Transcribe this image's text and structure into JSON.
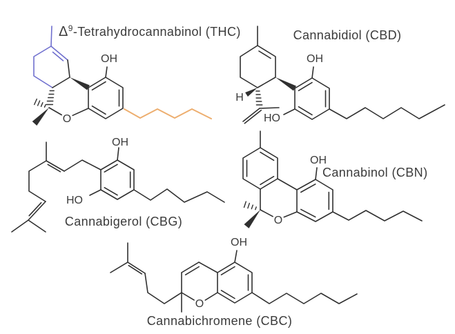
{
  "colors": {
    "background": "#ffffff",
    "bond": "#303030",
    "text": "#3b3b3b",
    "thc_ring_highlight": "#6f6fce",
    "thc_chain_highlight": "#edae6f"
  },
  "molecules": {
    "thc": {
      "delta": "Δ",
      "locant": "9",
      "name_rest": "-Tetrahydrocannabinol (THC)",
      "oh": "OH",
      "o": "O"
    },
    "cbd": {
      "name": "Cannabidiol (CBD)",
      "oh": "OH",
      "ho": "HO",
      "h": "H"
    },
    "cbg": {
      "name": "Cannabigerol (CBG)",
      "oh": "OH",
      "ho": "HO"
    },
    "cbn": {
      "name": "Cannabinol (CBN)",
      "oh": "OH",
      "o": "O"
    },
    "cbc": {
      "name": "Cannabichromene (CBC)",
      "oh": "OH",
      "o": "O"
    }
  }
}
